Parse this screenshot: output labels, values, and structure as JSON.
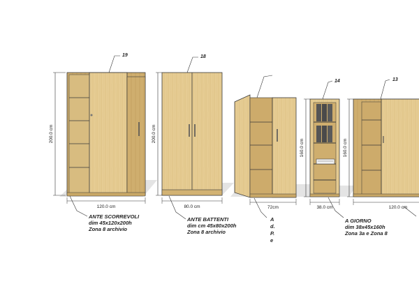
{
  "units": [
    {
      "number": "19",
      "width_label": "120.0 cm",
      "height_label": "200.0 cm",
      "caption": [
        "ANTE SCORREVOLI",
        "dim 45x120x200h",
        "Zona 8 archivio"
      ]
    },
    {
      "number": "18",
      "width_label": "80.0 cm",
      "height_label": "200.0 cm",
      "caption": [
        "ANTE BATTENTI",
        "dim cm 45x80x200h",
        "Zona 8 archivio"
      ]
    },
    {
      "number": "",
      "width_label": "72cm",
      "height_label": "",
      "caption": [
        "A",
        "d.",
        "P.",
        "e"
      ]
    },
    {
      "number": "14",
      "width_label": "38.0 cm",
      "height_label": "160.0 cm",
      "caption": [
        "A GIORNO",
        "dim 38x45x160h",
        "Zona 3a e Zona 8"
      ]
    },
    {
      "number": "13",
      "width_label": "120.0 cm",
      "height_label": "160.0 cm",
      "caption": []
    }
  ],
  "colors": {
    "wood": "#e6cc93",
    "wood_dark": "#c9a866",
    "wood_shadow": "#b8955a",
    "line": "#3a3a3a",
    "shadow": "#e3e3e3"
  }
}
